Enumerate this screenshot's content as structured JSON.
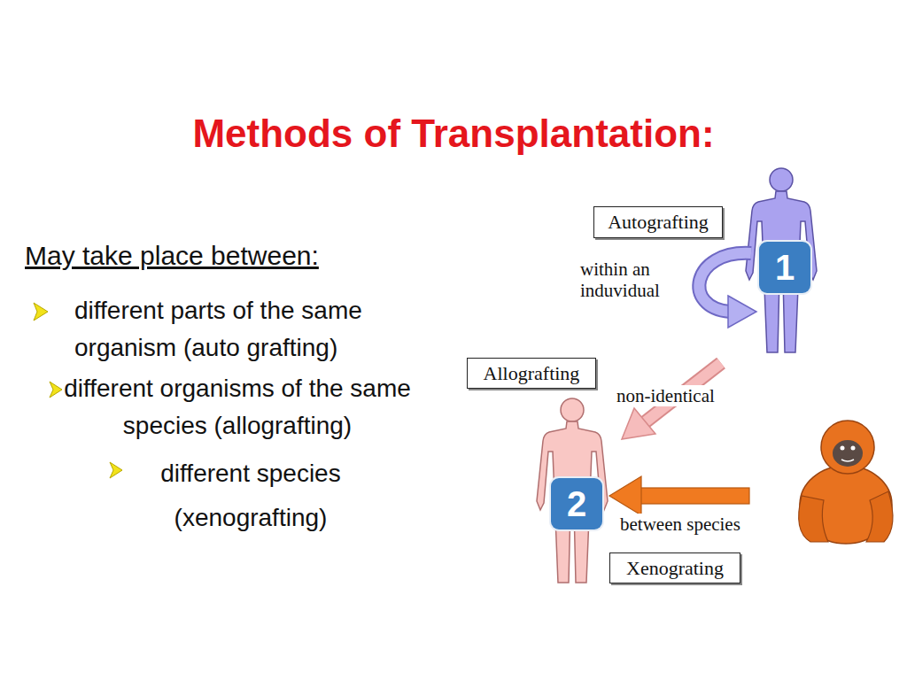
{
  "diagram": {
    "title": "Methods of Transplantation:",
    "nodes": [
      {
        "text": [
          "Autografting"
        ]
      },
      {
        "text": [
          "1"
        ]
      },
      {
        "text": [
          "Allografting"
        ]
      },
      {
        "text": [
          "2"
        ]
      },
      {
        "text": [
          "Xenograting"
        ]
      }
    ],
    "labels": [
      "May take place between:",
      "different parts of the same organism (auto grafting)",
      "different organisms of the same species (allografting)",
      "different species (xenografting)",
      "within an induvidual",
      "non-identical",
      "between species"
    ]
  }
}
